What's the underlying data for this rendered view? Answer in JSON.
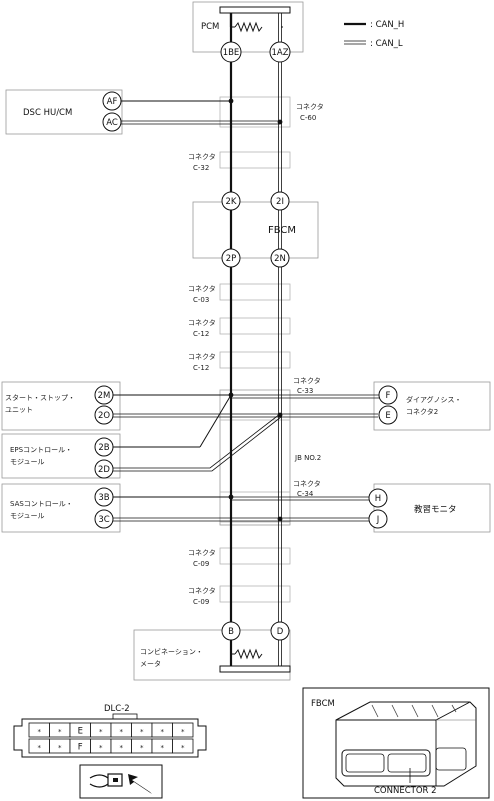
{
  "legend": {
    "can_h": ": CAN_H",
    "can_l": ": CAN_L"
  },
  "modules": {
    "pcm": "PCM",
    "dsc": "DSC HU/CM",
    "fbcm": "FBCM",
    "start_stop": [
      "スタート・ストップ・",
      "ユニット"
    ],
    "eps": [
      "EPSコントロール・",
      "モジュール"
    ],
    "sas": [
      "SASコントロール・",
      "モジュール"
    ],
    "diag": [
      "ダイアグノシス・",
      "コネクタ2"
    ],
    "warn": "教習モニタ",
    "jb": "JB NO.2",
    "combi": [
      "コンビネーション・",
      "メータ"
    ]
  },
  "pins": {
    "pcm_h": "1BE",
    "pcm_l": "1AZ",
    "dsc_h": "AF",
    "dsc_l": "AC",
    "fbcm_top_h": "2K",
    "fbcm_top_l": "2I",
    "fbcm_bot_h": "2P",
    "fbcm_bot_l": "2N",
    "ss_h": "2M",
    "ss_l": "2O",
    "eps_h": "2B",
    "eps_l": "2D",
    "sas_h": "3B",
    "sas_l": "3C",
    "diag_h": "F",
    "diag_l": "E",
    "warn_h": "H",
    "warn_l": "J",
    "combi_h": "B",
    "combi_l": "D"
  },
  "connectors": {
    "c60": [
      "コネクタ",
      "C-60"
    ],
    "c32": [
      "コネクタ",
      "C-32"
    ],
    "c03": [
      "コネクタ",
      "C-03"
    ],
    "c12a": [
      "コネクタ",
      "C-12"
    ],
    "c12b": [
      "コネクタ",
      "C-12"
    ],
    "c33": [
      "コネクタ",
      "C-33"
    ],
    "c34": [
      "コネクタ",
      "C-34"
    ],
    "c09a": [
      "コネクタ",
      "C-09"
    ],
    "c09b": [
      "コネクタ",
      "C-09"
    ]
  },
  "dlc": {
    "title": "DLC-2",
    "top_row": [
      "*",
      "*",
      "E",
      "*",
      "*",
      "*",
      "*",
      "*"
    ],
    "bottom_row": [
      "*",
      "*",
      "F",
      "*",
      "*",
      "*",
      "*",
      "*"
    ]
  },
  "fbcm_view": {
    "title": "FBCM",
    "caption": "CONNECTOR 2"
  }
}
